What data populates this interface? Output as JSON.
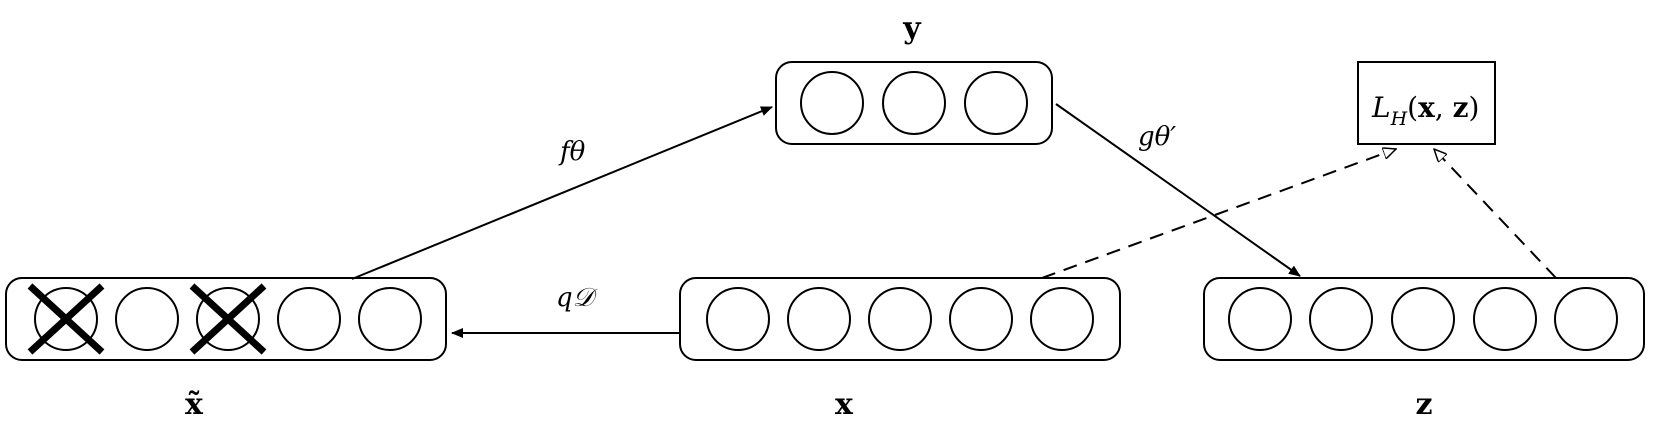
{
  "layers": {
    "x_tilde": {
      "label": "x̃",
      "units": 5,
      "corrupted": [
        0,
        2
      ]
    },
    "x": {
      "label": "x",
      "units": 5
    },
    "y": {
      "label": "y",
      "units": 3
    },
    "z": {
      "label": "z",
      "units": 5
    }
  },
  "edges": {
    "encoder": "fθ",
    "decoder": "gθ′",
    "corruption": "q𝒟"
  },
  "loss": {
    "text": "L_H(x, z)",
    "name": "L",
    "subscript": "H",
    "x_arg": "x",
    "z_arg": "z"
  },
  "colors": {
    "stroke": "#000000",
    "background": "#ffffff"
  }
}
